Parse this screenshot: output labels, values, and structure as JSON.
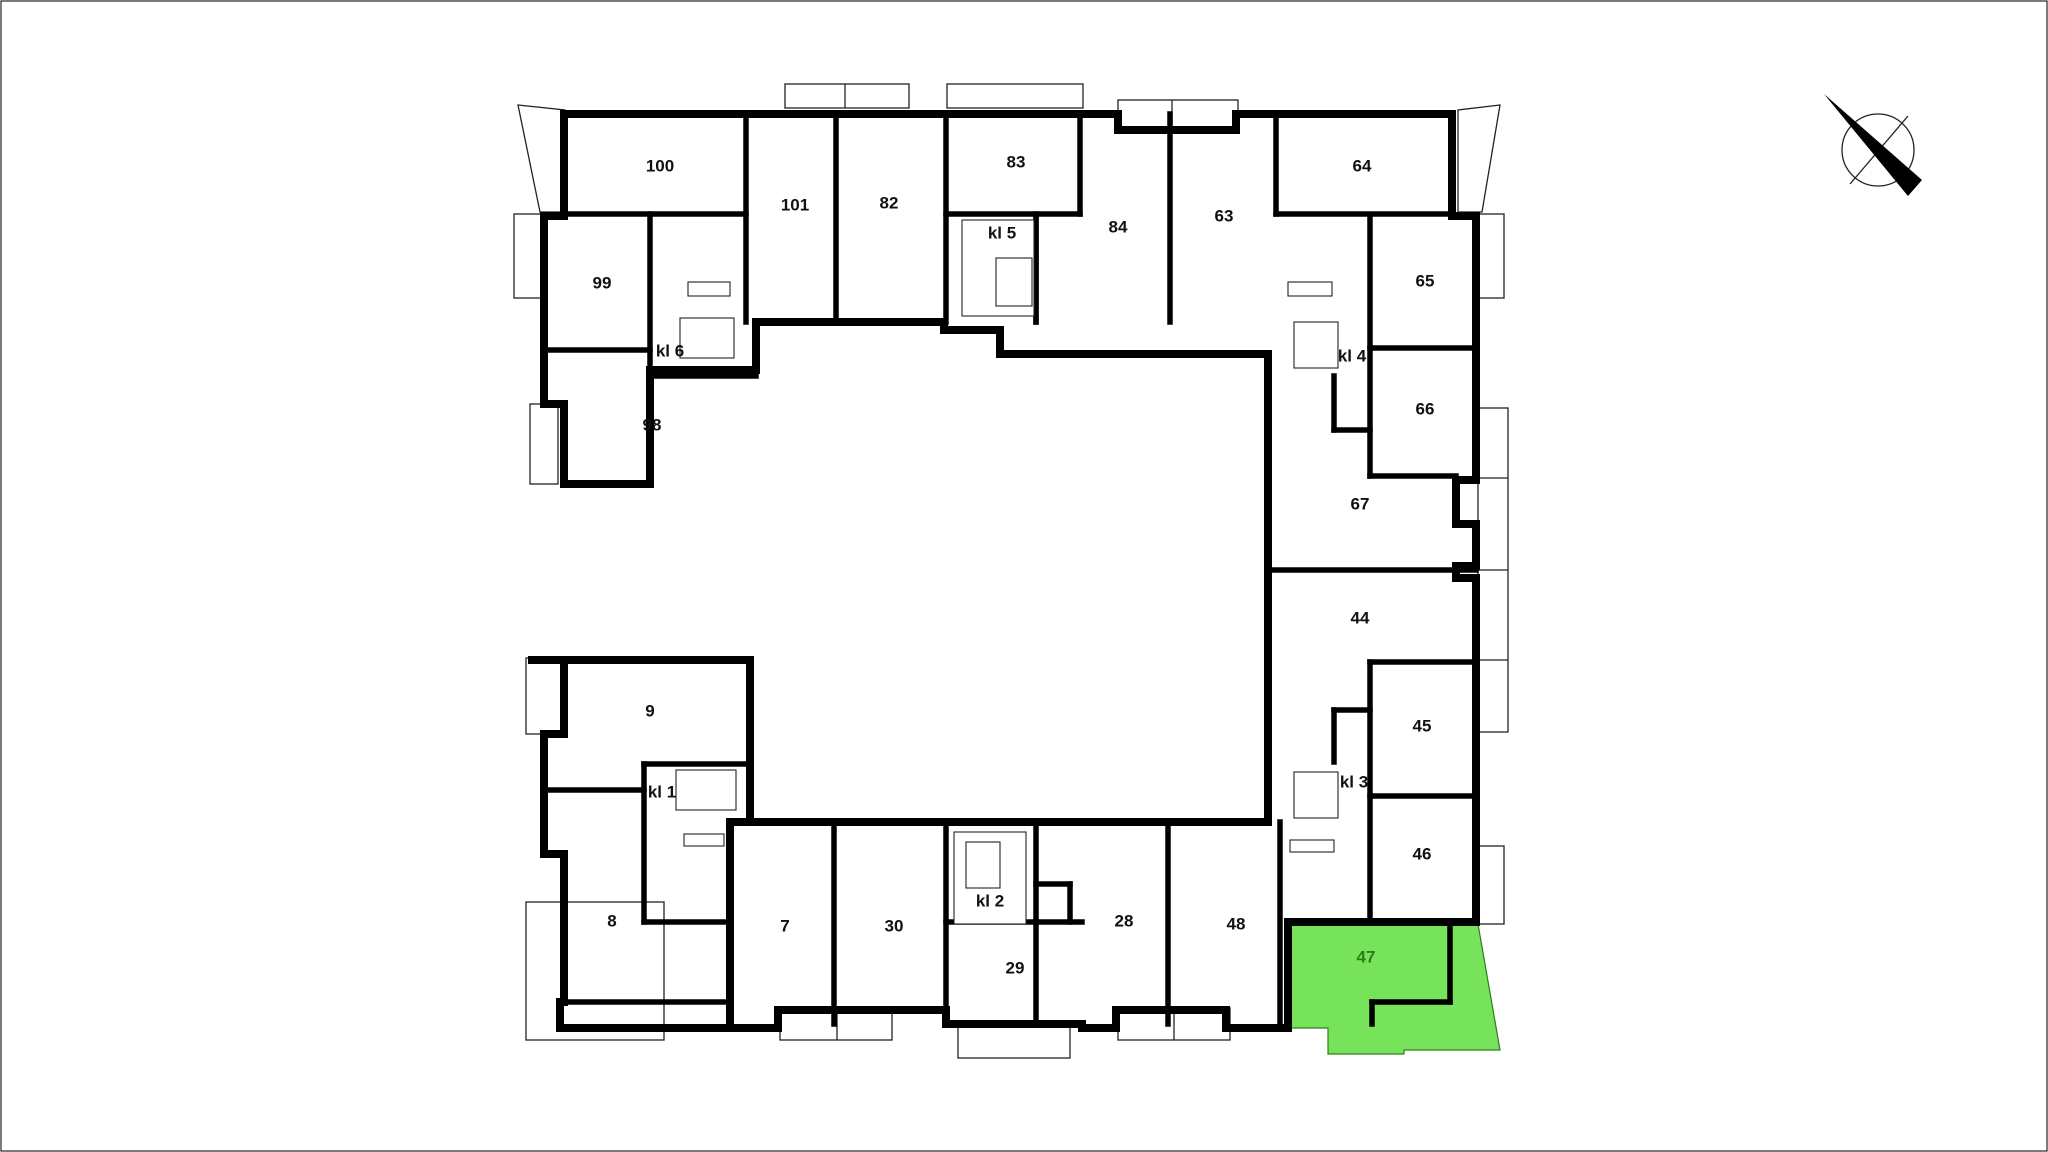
{
  "plan": {
    "units": [
      {
        "id": "100",
        "label": "100"
      },
      {
        "id": "101",
        "label": "101"
      },
      {
        "id": "82",
        "label": "82"
      },
      {
        "id": "83",
        "label": "83"
      },
      {
        "id": "84",
        "label": "84"
      },
      {
        "id": "63",
        "label": "63"
      },
      {
        "id": "64",
        "label": "64"
      },
      {
        "id": "99",
        "label": "99"
      },
      {
        "id": "98",
        "label": "98"
      },
      {
        "id": "65",
        "label": "65"
      },
      {
        "id": "66",
        "label": "66"
      },
      {
        "id": "67",
        "label": "67"
      },
      {
        "id": "44",
        "label": "44"
      },
      {
        "id": "45",
        "label": "45"
      },
      {
        "id": "46",
        "label": "46"
      },
      {
        "id": "47",
        "label": "47"
      },
      {
        "id": "48",
        "label": "48"
      },
      {
        "id": "28",
        "label": "28"
      },
      {
        "id": "29",
        "label": "29"
      },
      {
        "id": "30",
        "label": "30"
      },
      {
        "id": "7",
        "label": "7"
      },
      {
        "id": "8",
        "label": "8"
      },
      {
        "id": "9",
        "label": "9"
      }
    ],
    "stairwells": [
      {
        "id": "kl1",
        "label": "kl 1"
      },
      {
        "id": "kl2",
        "label": "kl 2"
      },
      {
        "id": "kl3",
        "label": "kl 3"
      },
      {
        "id": "kl4",
        "label": "kl 4"
      },
      {
        "id": "kl5",
        "label": "kl 5"
      },
      {
        "id": "kl6",
        "label": "kl 6"
      }
    ],
    "selected_unit": "47",
    "highlight_color": "#76e35a",
    "compass_icon": "north-arrow-icon"
  }
}
